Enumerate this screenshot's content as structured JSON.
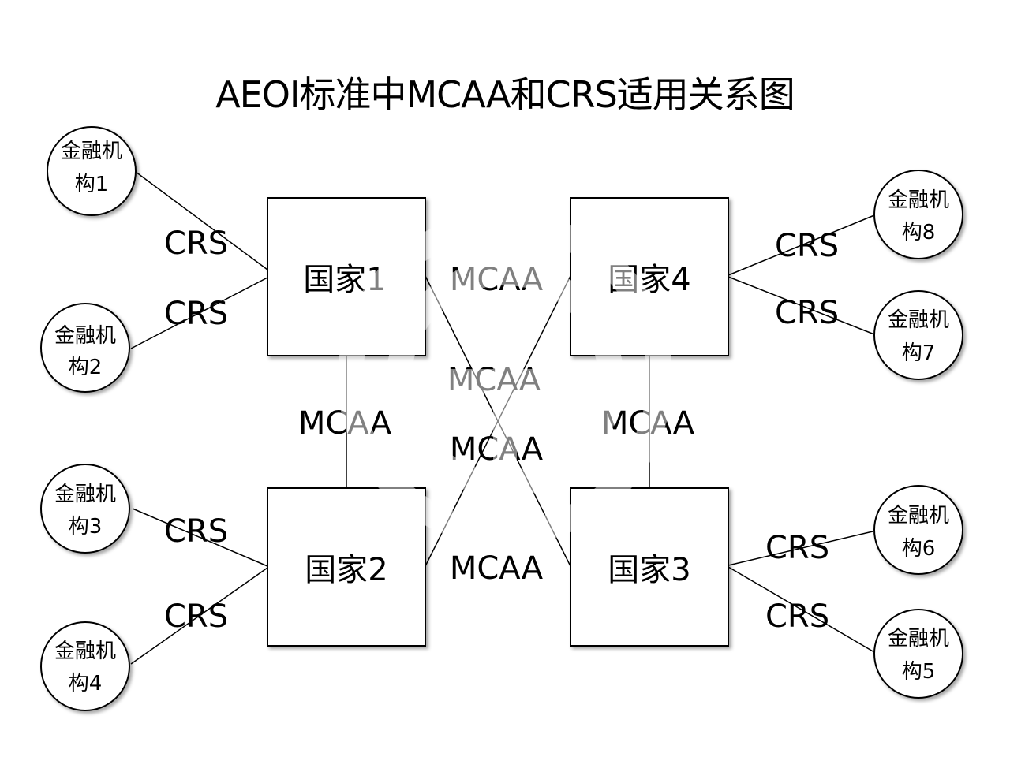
{
  "title": "AEOI标准中MCAA和CRS适用关系图",
  "countries": [
    {
      "id": "c1",
      "label": "国家1"
    },
    {
      "id": "c4",
      "label": "国家4"
    },
    {
      "id": "c2",
      "label": "国家2"
    },
    {
      "id": "c3",
      "label": "国家3"
    }
  ],
  "institutions": [
    {
      "id": "f1",
      "line1": "金融机",
      "line2": "构1",
      "country": "c1"
    },
    {
      "id": "f2",
      "line1": "金融机",
      "line2": "构2",
      "country": "c1"
    },
    {
      "id": "f3",
      "line1": "金融机",
      "line2": "构3",
      "country": "c2"
    },
    {
      "id": "f4",
      "line1": "金融机",
      "line2": "构4",
      "country": "c2"
    },
    {
      "id": "f5",
      "line1": "金融机",
      "line2": "构5",
      "country": "c3"
    },
    {
      "id": "f6",
      "line1": "金融机",
      "line2": "构6",
      "country": "c3"
    },
    {
      "id": "f7",
      "line1": "金融机",
      "line2": "构7",
      "country": "c4"
    },
    {
      "id": "f8",
      "line1": "金融机",
      "line2": "构8",
      "country": "c4"
    }
  ],
  "edge_labels": {
    "crs": "CRS",
    "mcaa": "MCAA"
  },
  "mcaa_links": [
    {
      "from": "c1",
      "to": "c4"
    },
    {
      "from": "c1",
      "to": "c2"
    },
    {
      "from": "c4",
      "to": "c3"
    },
    {
      "from": "c2",
      "to": "c3"
    },
    {
      "from": "c1",
      "to": "c3"
    },
    {
      "from": "c4",
      "to": "c2"
    }
  ],
  "watermark": "circular-logo-watermark"
}
